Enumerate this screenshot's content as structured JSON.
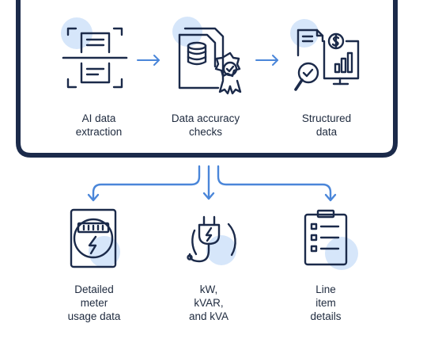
{
  "colors": {
    "navy": "#1b2a4a",
    "accent_blue": "#4a86d9",
    "light_blue_circle": "#d6e6fa",
    "background": "#ffffff"
  },
  "top_row": {
    "steps": [
      {
        "lines": [
          "AI data",
          "extraction"
        ],
        "icon": "scan-document-icon"
      },
      {
        "lines": [
          "Data accuracy",
          "checks"
        ],
        "icon": "certified-database-document-icon"
      },
      {
        "lines": [
          "Structured",
          "data"
        ],
        "icon": "analytics-document-monitor-icon"
      }
    ],
    "connector_icons": [
      "arrow-right-icon",
      "arrow-right-icon"
    ]
  },
  "outputs": [
    {
      "lines": [
        "Detailed",
        "meter",
        "usage data"
      ],
      "icon": "electric-meter-icon"
    },
    {
      "lines": [
        "kW,",
        "kVAR,",
        "and kVA"
      ],
      "icon": "power-plug-icon"
    },
    {
      "lines": [
        "Line",
        "item",
        "details"
      ],
      "icon": "checklist-clipboard-icon"
    }
  ]
}
